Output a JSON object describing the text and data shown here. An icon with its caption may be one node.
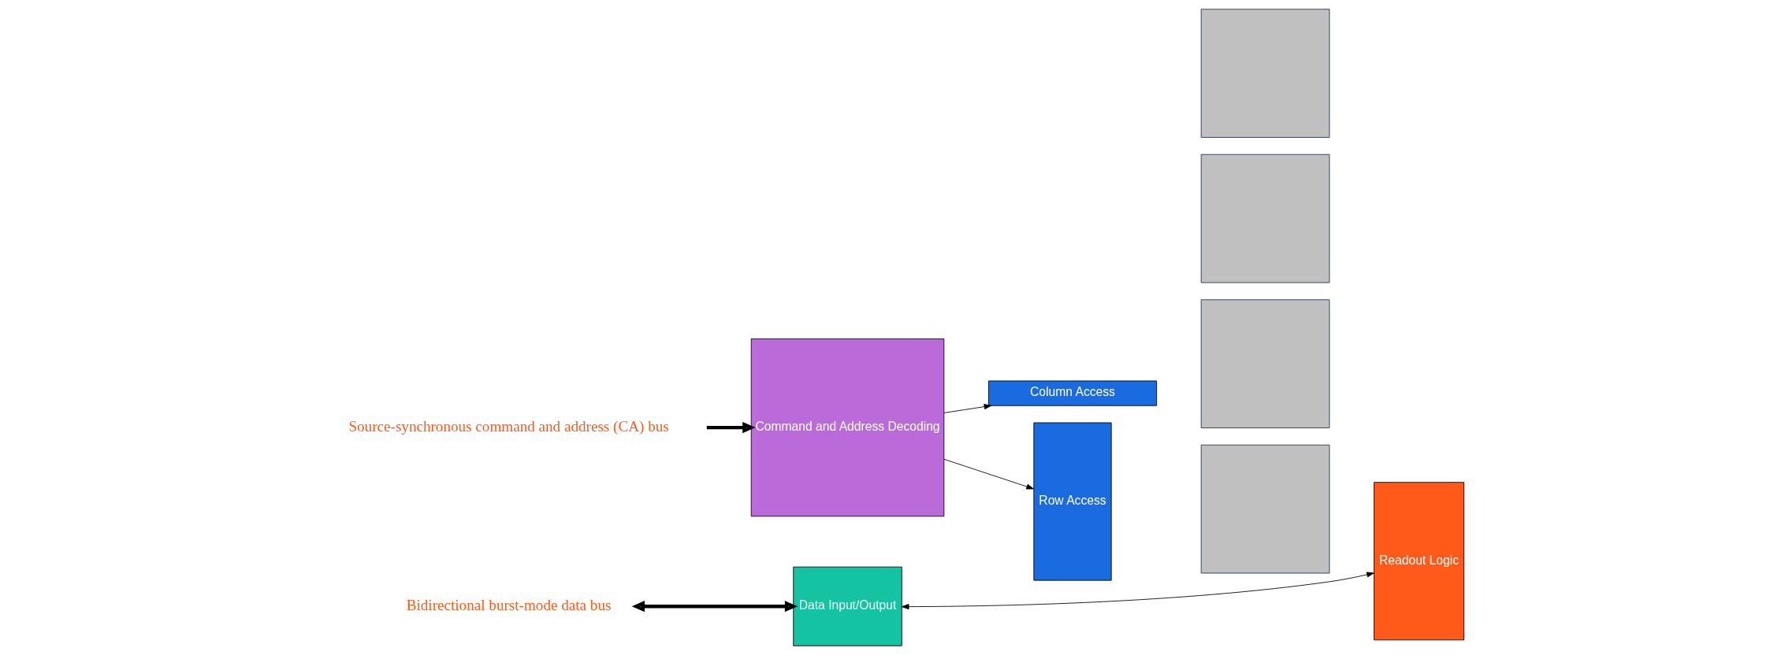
{
  "diagram": {
    "nodes": [
      {
        "text": [
          "Source-synchronous command and address (CA) bus"
        ]
      },
      {
        "text": [
          "Command and Address Decoding"
        ]
      },
      {
        "text": [
          "Column Access"
        ]
      },
      {
        "text": [
          "Row Access"
        ]
      },
      {
        "text": [],
        "shape": "box"
      },
      {
        "text": [],
        "shape": "box"
      },
      {
        "text": [],
        "shape": "box"
      },
      {
        "text": [],
        "shape": "box"
      },
      {
        "text": [
          "Readout Logic"
        ]
      },
      {
        "text": [
          "Bidirectional burst-mode data bus"
        ]
      },
      {
        "text": [
          "Data Input/Output"
        ]
      }
    ],
    "edges": [
      {
        "from": 0,
        "to": 1,
        "arrow": "to",
        "style": "thick"
      },
      {
        "from": 1,
        "to": 2,
        "arrow": "to"
      },
      {
        "from": 1,
        "to": 3,
        "arrow": "to"
      },
      {
        "from": 10,
        "to": 8,
        "arrow": "both"
      },
      {
        "from": 9,
        "to": 10,
        "arrow": "both",
        "style": "thick"
      }
    ]
  }
}
